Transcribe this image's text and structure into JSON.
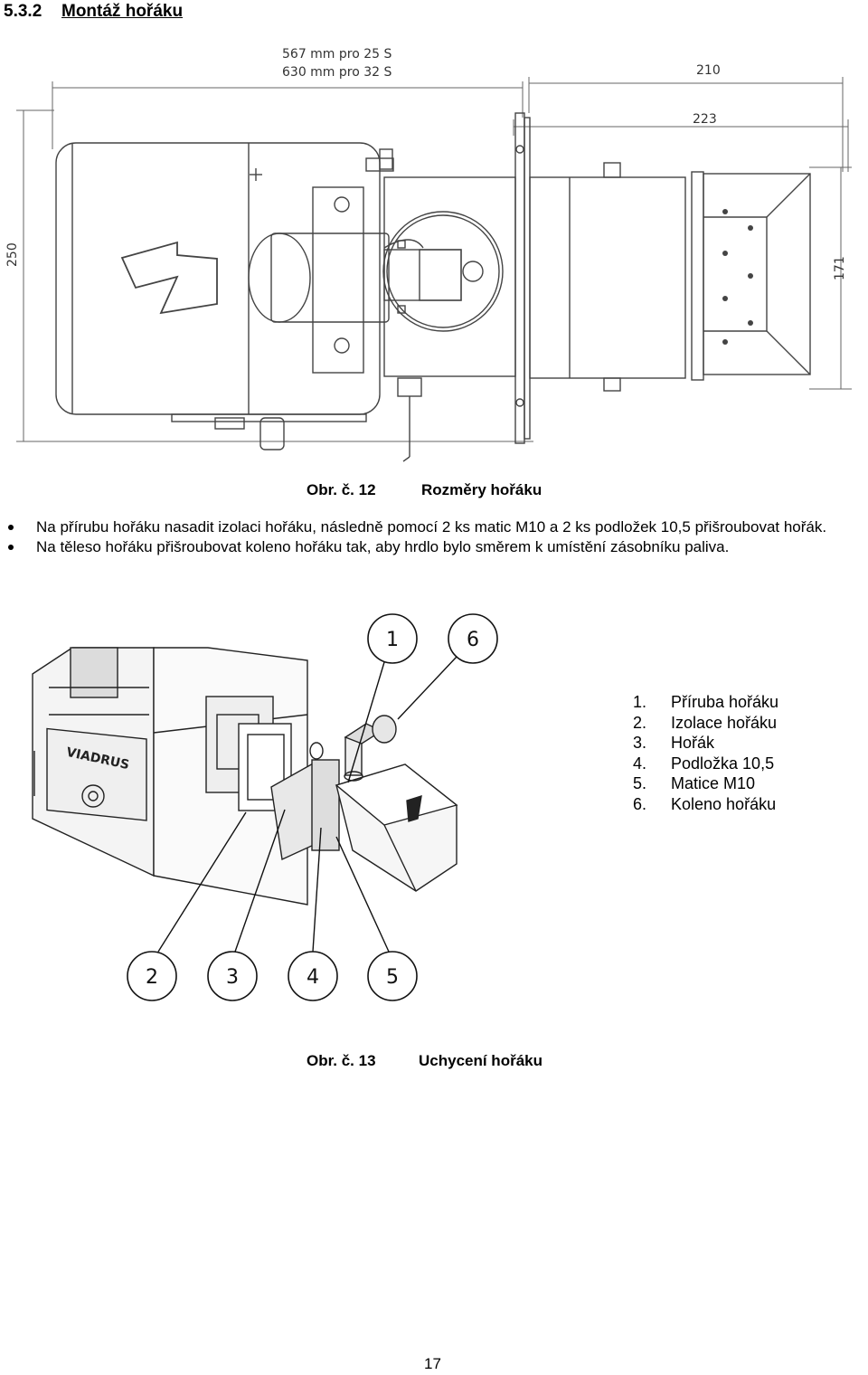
{
  "heading": {
    "number": "5.3.2",
    "title": "Montáž hořáku"
  },
  "figure12": {
    "dimensions": {
      "length_25s": "567 mm pro 25 S",
      "length_32s": "630 mm pro 32 S",
      "width_210": "210",
      "width_223": "223",
      "height_250": "250",
      "height_171": "171"
    },
    "caption_number": "Obr. č. 12",
    "caption_title": "Rozměry hořáku"
  },
  "instructions": [
    "Na přírubu hořáku nasadit izolaci hořáku, následně pomocí 2 ks matic M10 a 2 ks podložek 10,5 přišroubovat hořák.",
    "Na těleso hořáku přišroubovat koleno hořáku tak, aby hrdlo bylo směrem k umístění zásobníku paliva."
  ],
  "figure13": {
    "brand": "VIADRUS",
    "callouts": [
      "1",
      "6",
      "2",
      "3",
      "4",
      "5"
    ],
    "legend": [
      {
        "num": "1.",
        "label": "Příruba hořáku"
      },
      {
        "num": "2.",
        "label": "Izolace hořáku"
      },
      {
        "num": "3.",
        "label": "Hořák"
      },
      {
        "num": "4.",
        "label": "Podložka 10,5"
      },
      {
        "num": "5.",
        "label": "Matice M10"
      },
      {
        "num": "6.",
        "label": "Koleno hořáku"
      }
    ],
    "caption_number": "Obr. č. 13",
    "caption_title": "Uchycení hořáku"
  },
  "page_number": "17"
}
